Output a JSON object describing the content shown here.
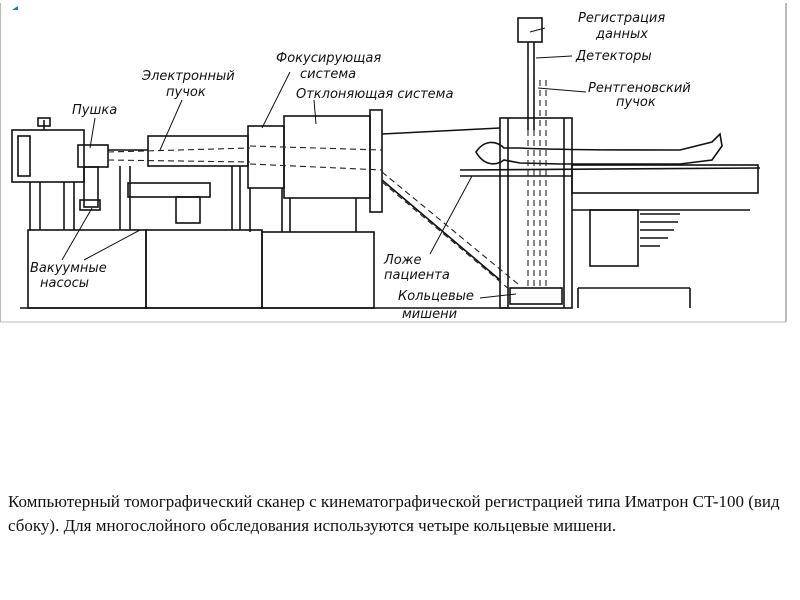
{
  "labels": {
    "gun": "Пушка",
    "electron_beam_1": "Электронный",
    "electron_beam_2": "пучок",
    "focusing_1": "Фокусирующая",
    "focusing_2": "система",
    "deflecting": "Отклоняющая система",
    "data_reg_1": "Регистрация",
    "data_reg_2": "данных",
    "detectors": "Детекторы",
    "xray_1": "Рентгеновский",
    "xray_2": "пучок",
    "vacuum_1": "Вакуумные",
    "vacuum_2": "насосы",
    "couch_1": "Ложе",
    "couch_2": "пациента",
    "targets_1": "Кольцевые",
    "targets_2": "мишени"
  },
  "caption": "Компьютерный томографический сканер с кинематографической регистрацией типа Иматрон CT-100 (вид сбоку). Для многослойного обследования используются четыре кольцевые мишени."
}
